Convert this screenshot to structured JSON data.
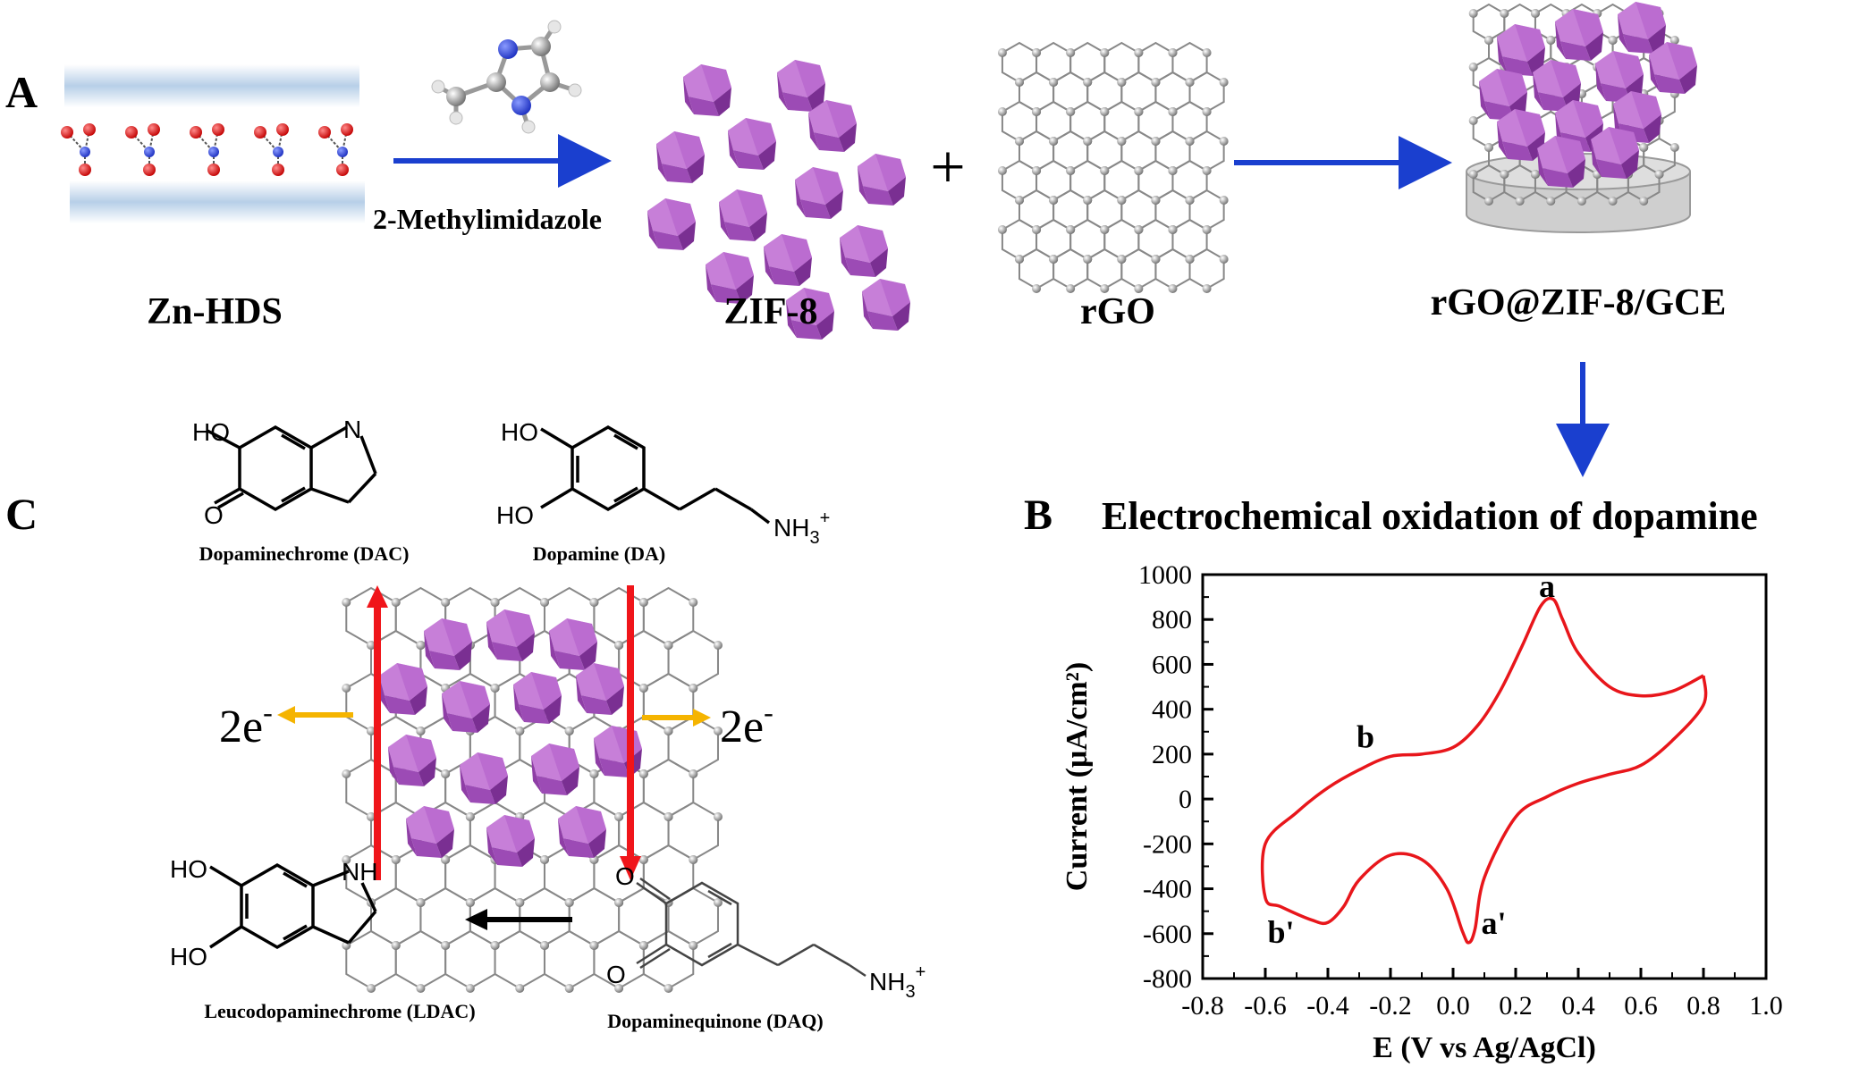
{
  "panels": {
    "a": "A",
    "b": "B",
    "c": "C"
  },
  "scheme": {
    "reagent": "2-Methylimidazole",
    "zn_hds": "Zn-HDS",
    "zif8": "ZIF-8",
    "plus": "+",
    "rgo": "rGO",
    "composite": "rGO@ZIF-8/GCE"
  },
  "panel_b": {
    "title": "Electrochemical oxidation of dopamine"
  },
  "panel_c": {
    "dac_name": "Dopaminechrome (DAC)",
    "da_name": "Dopamine (DA)",
    "ldac_name": "Leucodopaminechrome (LDAC)",
    "daq_name": "Dopaminequinone (DAQ)",
    "electrons": "2e",
    "electron_sup": "-",
    "atoms": {
      "ho": "HO",
      "o": "O",
      "n": "N",
      "nh": "NH",
      "nh3": "NH",
      "sub3": "3",
      "sup_plus": "+"
    }
  },
  "chart_data": {
    "type": "line",
    "title": "",
    "xlabel": "E (V vs Ag/AgCl)",
    "ylabel": "Current (μA/cm²)",
    "xlim": [
      -0.8,
      1.0
    ],
    "ylim": [
      -800,
      1000
    ],
    "xticks": [
      -0.8,
      -0.6,
      -0.4,
      -0.2,
      0.0,
      0.2,
      0.4,
      0.6,
      0.8,
      1.0
    ],
    "yticks": [
      -800,
      -600,
      -400,
      -200,
      0,
      200,
      400,
      600,
      800,
      1000
    ],
    "grid": false,
    "color": "#e8161b",
    "series": [
      {
        "x": [
          0.8,
          0.7,
          0.6,
          0.5,
          0.4,
          0.35,
          0.32,
          0.28,
          0.22,
          0.15,
          0.08,
          0.0,
          -0.1,
          -0.2,
          -0.3,
          -0.4,
          -0.5,
          -0.6,
          -0.6,
          -0.55,
          -0.45,
          -0.4,
          -0.35,
          -0.3,
          -0.2,
          -0.1,
          -0.02,
          0.03,
          0.05,
          0.07,
          0.1,
          0.2,
          0.3,
          0.4,
          0.5,
          0.6,
          0.7,
          0.8,
          0.8
        ],
        "y": [
          550,
          480,
          460,
          500,
          650,
          800,
          890,
          860,
          680,
          480,
          330,
          230,
          200,
          190,
          130,
          50,
          -60,
          -200,
          -440,
          -480,
          -540,
          -550,
          -480,
          -360,
          -250,
          -270,
          -400,
          -590,
          -640,
          -580,
          -350,
          -80,
          10,
          70,
          110,
          150,
          260,
          420,
          550
        ]
      }
    ],
    "annotations": [
      {
        "text": "a",
        "x": 0.3,
        "y": 900
      },
      {
        "text": "b",
        "x": -0.28,
        "y": 230
      },
      {
        "text": "a'",
        "x": 0.13,
        "y": -600
      },
      {
        "text": "b'",
        "x": -0.55,
        "y": -640
      }
    ]
  }
}
